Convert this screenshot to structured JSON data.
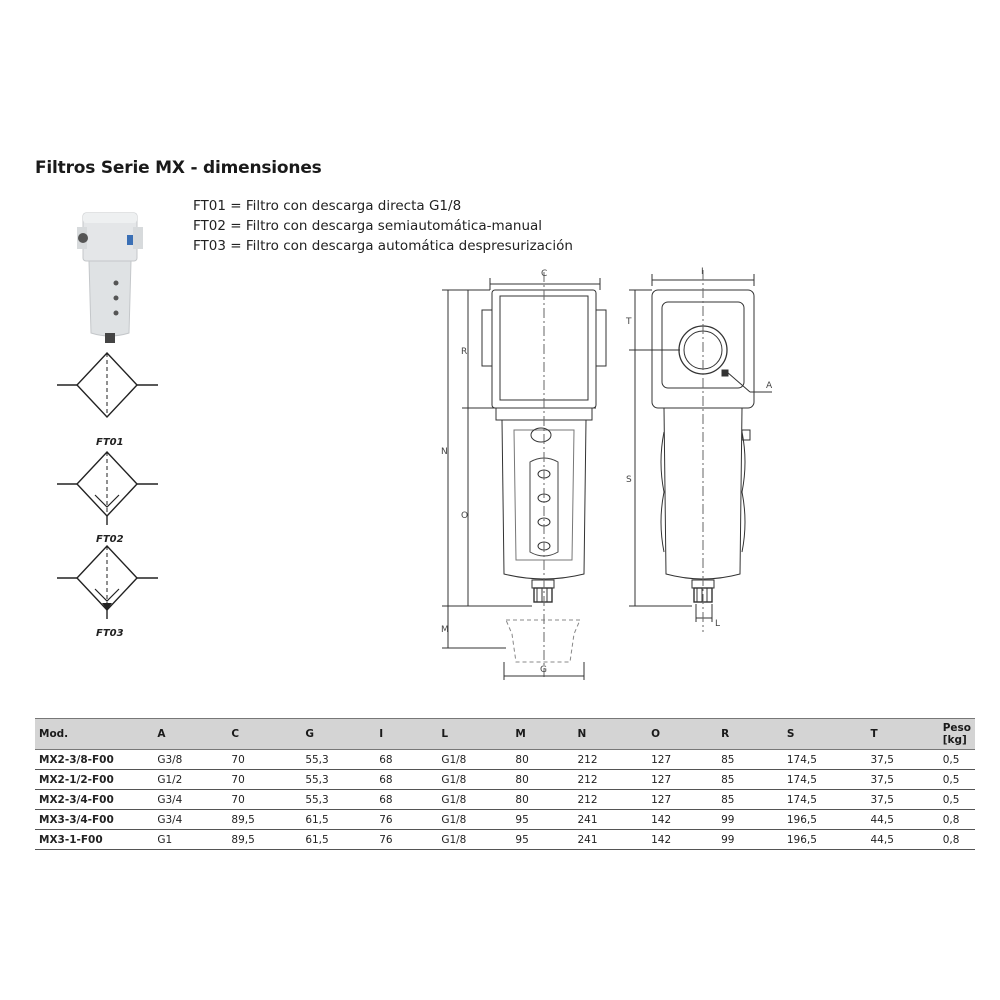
{
  "title": "Filtros Serie MX - dimensiones",
  "legend": [
    "FT01 = Filtro con descarga directa G1/8",
    "FT02 = Filtro con descarga semiautomática-manual",
    "FT03 = Filtro con descarga automática despresurización"
  ],
  "symbols": [
    "FT01",
    "FT02",
    "FT03"
  ],
  "drawing_labels": {
    "C": "C",
    "R": "R",
    "N": "N",
    "O": "O",
    "M": "M",
    "G": "G",
    "I": "I",
    "T": "T",
    "S": "S",
    "L": "L",
    "A": "A"
  },
  "table": {
    "headers": [
      "Mod.",
      "A",
      "C",
      "G",
      "I",
      "L",
      "M",
      "N",
      "O",
      "R",
      "S",
      "T",
      "Peso [kg]"
    ],
    "rows": [
      [
        "MX2-3/8-F00",
        "G3/8",
        "70",
        "55,3",
        "68",
        "G1/8",
        "80",
        "212",
        "127",
        "85",
        "174,5",
        "37,5",
        "0,5"
      ],
      [
        "MX2-1/2-F00",
        "G1/2",
        "70",
        "55,3",
        "68",
        "G1/8",
        "80",
        "212",
        "127",
        "85",
        "174,5",
        "37,5",
        "0,5"
      ],
      [
        "MX2-3/4-F00",
        "G3/4",
        "70",
        "55,3",
        "68",
        "G1/8",
        "80",
        "212",
        "127",
        "85",
        "174,5",
        "37,5",
        "0,5"
      ],
      [
        "MX3-3/4-F00",
        "G3/4",
        "89,5",
        "61,5",
        "76",
        "G1/8",
        "95",
        "241",
        "142",
        "99",
        "196,5",
        "44,5",
        "0,8"
      ],
      [
        "MX3-1-F00",
        "G1",
        "89,5",
        "61,5",
        "76",
        "G1/8",
        "95",
        "241",
        "142",
        "99",
        "196,5",
        "44,5",
        "0,8"
      ]
    ]
  }
}
